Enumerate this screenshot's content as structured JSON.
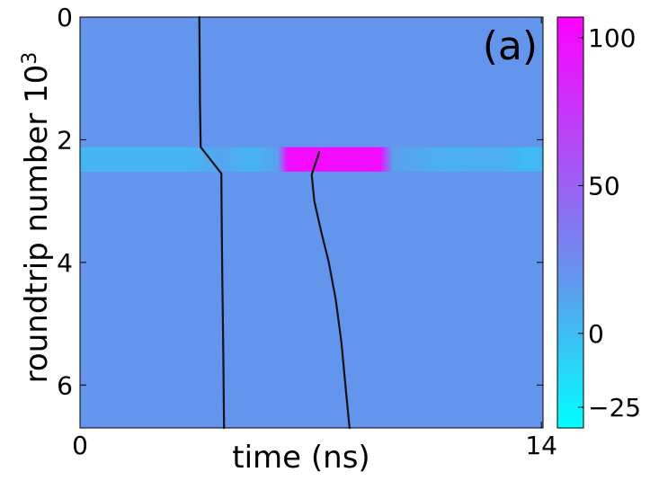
{
  "chart_data": {
    "type": "heatmap",
    "panel_label": "(a)",
    "xlabel": "time (ns)",
    "ylabel": "roundtrip number 10",
    "ylabel_exponent": "3",
    "xlim": [
      0,
      14.05
    ],
    "ylim": [
      0,
      6.7
    ],
    "y_inverted": true,
    "x_ticks": [
      0,
      14
    ],
    "x_tick_labels": [
      "0",
      "14"
    ],
    "y_ticks": [
      0,
      2,
      4,
      6
    ],
    "y_tick_labels": [
      "0",
      "2",
      "4",
      "6"
    ],
    "grid": false,
    "colorbar": {
      "range": [
        -32,
        107
      ],
      "ticks": [
        -25,
        0,
        50,
        100
      ],
      "tick_labels": [
        "−25",
        "0",
        "50",
        "100"
      ],
      "colors": [
        {
          "value": -32,
          "color": "#00ffff"
        },
        {
          "value": 19,
          "color": "#6495ed"
        },
        {
          "value": 107,
          "color": "#ff00ff"
        }
      ]
    },
    "background_value": 19,
    "band": {
      "y_range": [
        2.12,
        2.52
      ],
      "segments": [
        {
          "x": 0.0,
          "value": 3
        },
        {
          "x": 3.3,
          "value": 3
        },
        {
          "x": 4.3,
          "value": 12
        },
        {
          "x": 5.2,
          "value": 3
        },
        {
          "x": 6.0,
          "value": 14
        },
        {
          "x": 6.3,
          "value": 100
        },
        {
          "x": 9.1,
          "value": 100
        },
        {
          "x": 9.5,
          "value": 14
        },
        {
          "x": 11.0,
          "value": 6
        },
        {
          "x": 12.8,
          "value": 8
        },
        {
          "x": 13.5,
          "value": 0
        },
        {
          "x": 14.05,
          "value": 3
        }
      ]
    },
    "series": [
      {
        "x": [
          3.62,
          3.63,
          3.64,
          3.66,
          4.29,
          4.3,
          4.32,
          4.35,
          4.37
        ],
        "y": [
          0.0,
          0.7,
          1.4,
          2.12,
          2.55,
          3.3,
          4.3,
          5.5,
          6.7
        ]
      },
      {
        "x": [
          7.26,
          7.03,
          7.11,
          7.32,
          7.55,
          7.76,
          7.93,
          8.09,
          8.18
        ],
        "y": [
          2.2,
          2.57,
          3.0,
          3.5,
          4.0,
          4.6,
          5.3,
          6.2,
          6.7
        ]
      }
    ]
  }
}
